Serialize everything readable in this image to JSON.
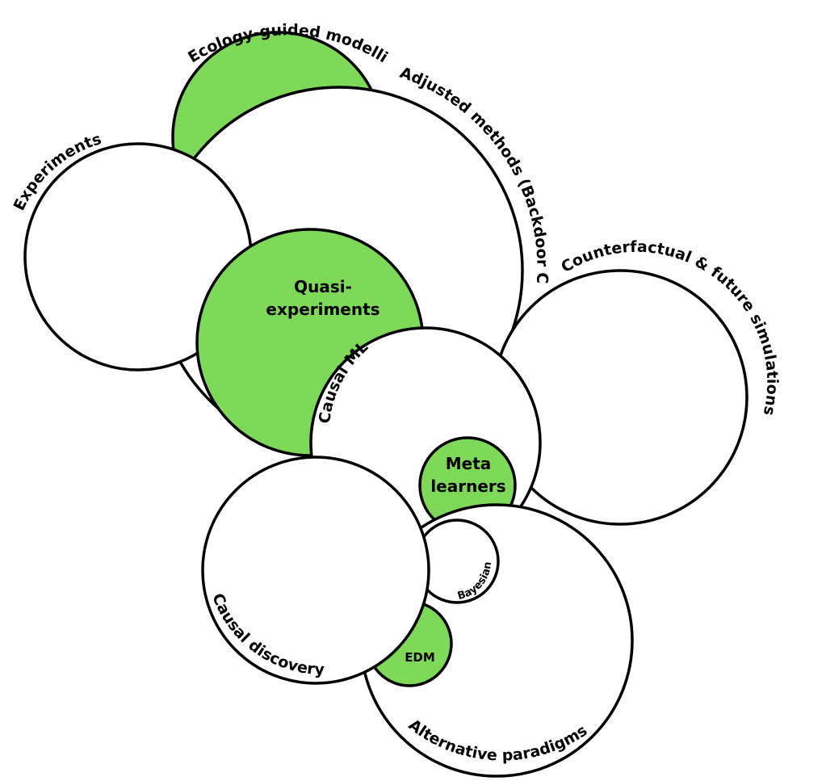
{
  "colors": {
    "green": "#7dd957",
    "stroke": "#000000",
    "fill": "#ffffff"
  },
  "labels": {
    "ecology_guided_modelling": "Ecology-guided modelling",
    "adjusted_methods": "Adjusted methods (Backdoor C.)",
    "experiments": "Experiments",
    "quasi_experiments_line1": "Quasi-",
    "quasi_experiments_line2": "experiments",
    "causal_ml": "Causal ML",
    "counterfactual": "Counterfactual & future simulations",
    "meta_learners_line1": "Meta",
    "meta_learners_line2": "learners",
    "bayesian": "Bayesian",
    "causal_discovery": "Causal discovery",
    "edm": "EDM",
    "alternative_paradigms": "Alternative paradigms"
  }
}
